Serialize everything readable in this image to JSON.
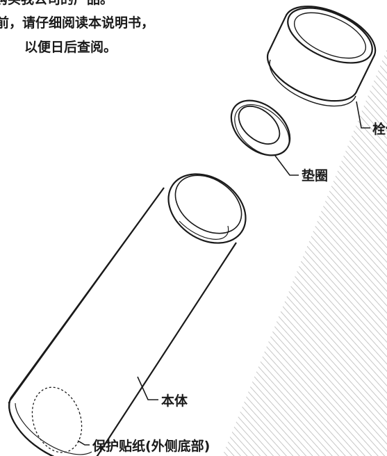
{
  "intro": {
    "line1": "购买我公司的产品。",
    "line2": "前，请仔细阅读本说明书，",
    "line3": "以便日后查阅。"
  },
  "parts": {
    "cap": "栓体",
    "gasket": "垫圈",
    "body": "本体",
    "sticker": "保护贴纸(外侧底部)"
  },
  "colors": {
    "line": "#1a1a1a",
    "stripe": "#b9b9b9",
    "background": "#ffffff"
  }
}
